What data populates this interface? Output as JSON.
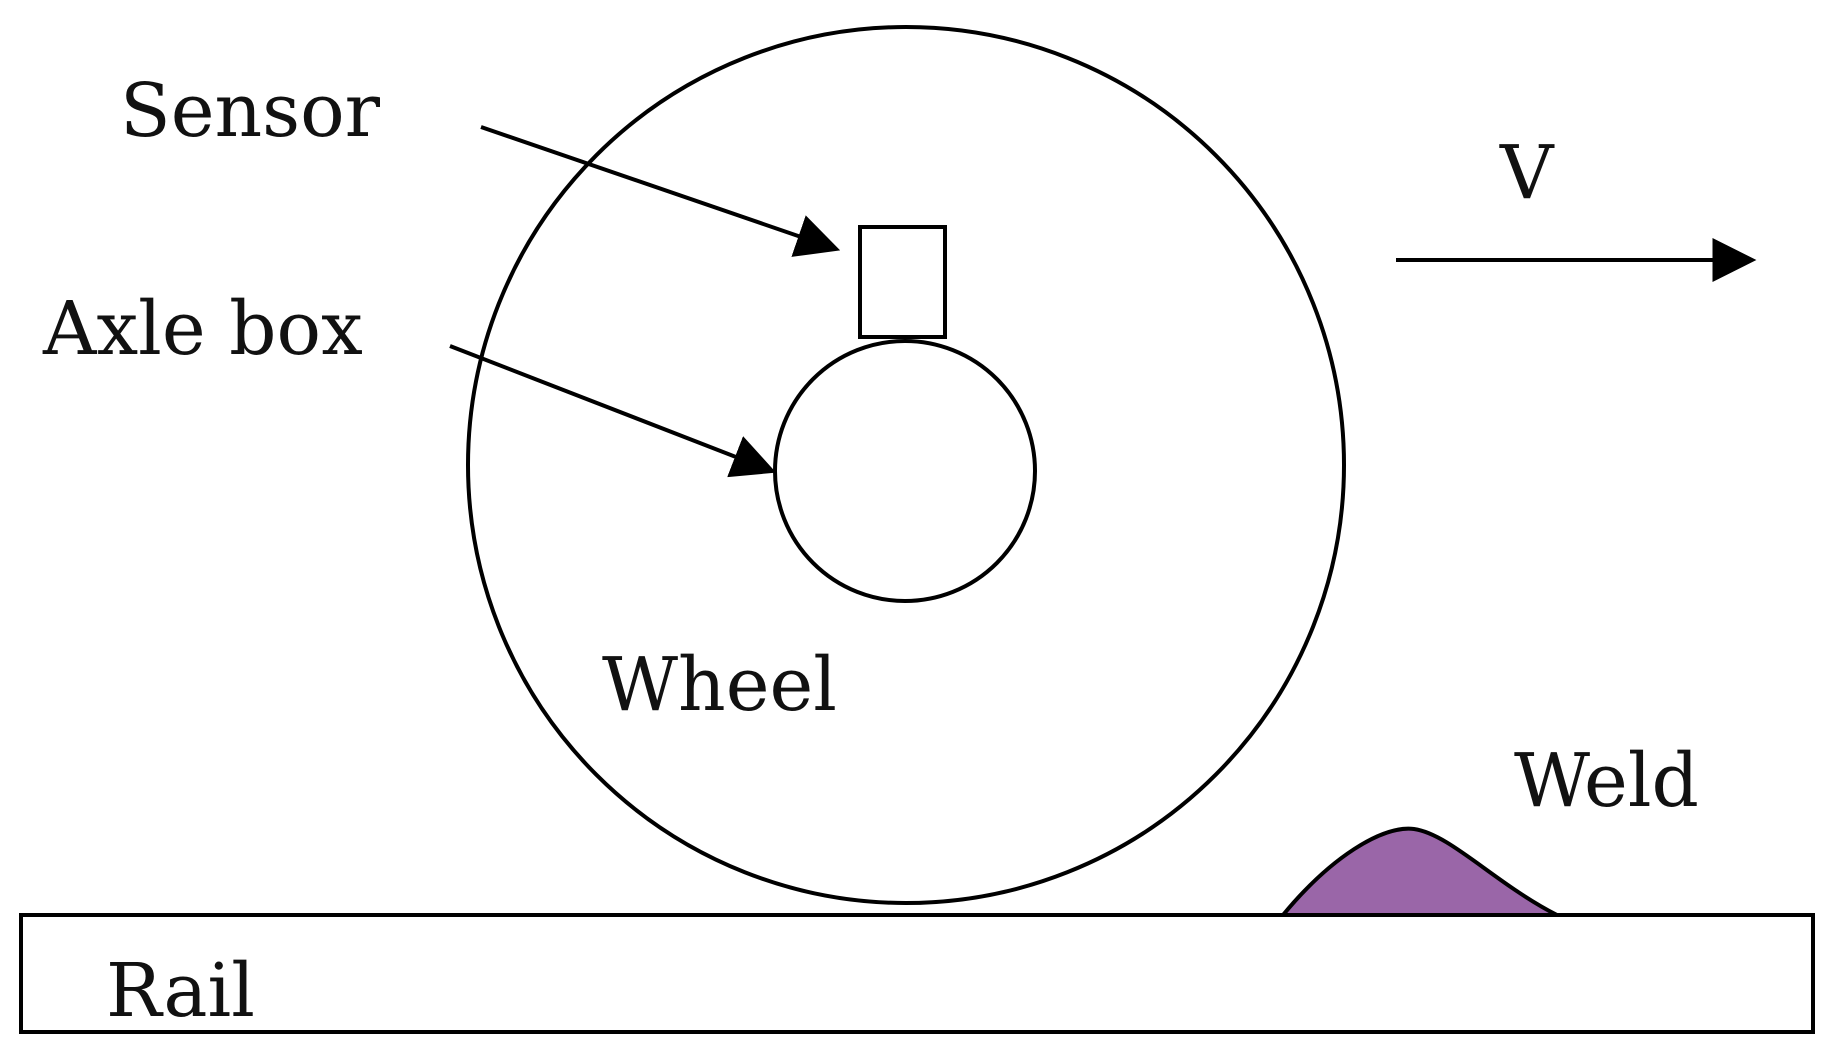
{
  "labels": {
    "sensor": "Sensor",
    "axle_box": "Axle box",
    "velocity": "V",
    "wheel": "Wheel",
    "weld": "Weld",
    "rail": "Rail"
  },
  "colors": {
    "weld_fill": "#9A66A8",
    "line": "#000000",
    "background": "#FFFFFF"
  }
}
